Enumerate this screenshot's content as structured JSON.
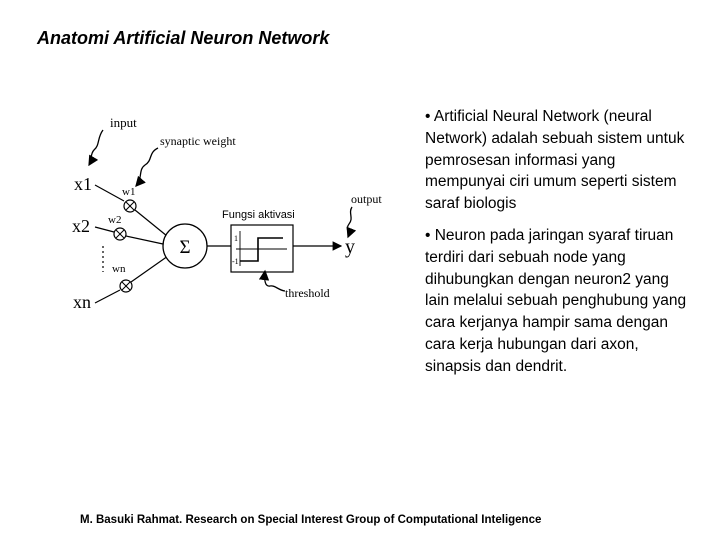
{
  "title": "Anatomi Artificial Neuron Network",
  "diagram": {
    "labels": {
      "input": "input",
      "synaptic_weight": "synaptic weight",
      "x1": "x1",
      "x2": "x2",
      "xn": "xn",
      "w1": "w1",
      "w2": "w2",
      "wn": "wn",
      "sigma": "Σ",
      "activation_function": "Fungsi aktivasi",
      "output": "output",
      "y": "y",
      "threshold": "threshold",
      "step_high": "1",
      "step_low": "-1"
    }
  },
  "bullets": [
    "• Artificial Neural Network (neural Network) adalah sebuah sistem untuk pemrosesan informasi yang mempunyai ciri umum seperti sistem saraf biologis",
    "• Neuron pada jaringan syaraf tiruan terdiri dari sebuah node yang dihubungkan dengan neuron2 yang lain melalui sebuah penghubung yang cara kerjanya hampir sama dengan cara kerja hubungan dari axon, sinapsis dan dendrit."
  ],
  "footer": "M. Basuki Rahmat. Research on Special Interest Group of Computational Inteligence"
}
